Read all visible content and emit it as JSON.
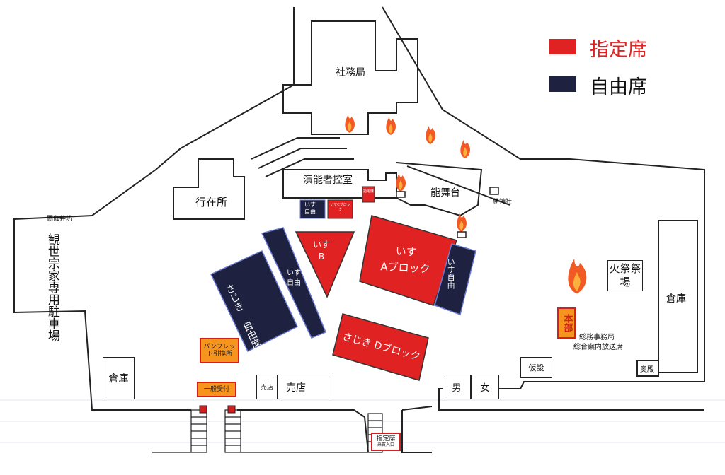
{
  "legend": {
    "reserved_label": "指定席",
    "free_label": "自由席",
    "reserved_color": "#e02222",
    "free_color": "#1e2140"
  },
  "buildings": {
    "shamusho": "社務局",
    "engeisha": "演能者控室",
    "noh_stage": "能舞台",
    "katsu_shrine": "勝神社",
    "anzaisho": "行在所",
    "kazoku_top": "閼伽井坊",
    "parking": "観世宗家専用駐車場",
    "himatsuri": "火祭祭場",
    "souko_right": "倉庫",
    "souko_left": "倉庫",
    "honbu": "本部",
    "info": [
      "総務事務局",
      "総合案内放送席"
    ],
    "okuden": "奥殿",
    "kasetsu": "仮設",
    "baiten_small": "売店",
    "baiten": "売店",
    "men": "男",
    "women": "女"
  },
  "seats": {
    "isu_a": [
      "いす",
      "Aブロック"
    ],
    "isu_a_free": "いす自由",
    "isu_b": [
      "いす",
      "B"
    ],
    "isu_free_strip": "いす自由",
    "sajiki_c": "さじき",
    "sajiki_c_free": "自由席",
    "sajiki_d": "さじき Dブロック",
    "small_free": [
      "いす",
      "自由"
    ],
    "small_c": "いすCブロック",
    "small_red": "指定席"
  },
  "service": {
    "pamphlet": [
      "パンフレッ",
      "ト引換所"
    ],
    "general_reception": "一般受付",
    "reserved_entrance": "指定席",
    "reserved_entrance_sub": "来賓入口"
  },
  "fire_icons": 6
}
